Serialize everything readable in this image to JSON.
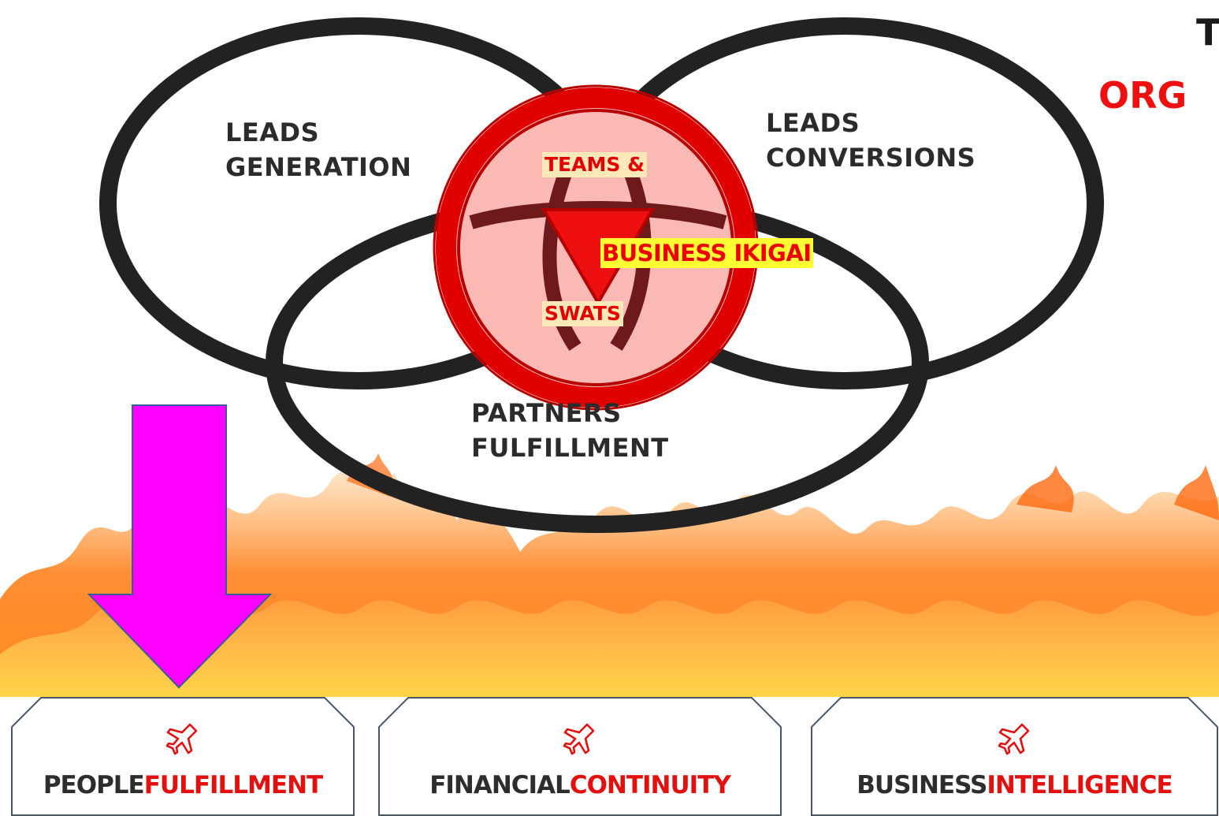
{
  "diagram": {
    "circles": {
      "leads_generation": [
        "LEADS",
        "GENERATION"
      ],
      "leads_conversions": [
        "LEADS",
        "CONVERSIONS"
      ],
      "partners_fulfillment": [
        "PARTNERS",
        "FULFILLMENT"
      ]
    },
    "center": {
      "top_tag": "TEAMS &",
      "bottom_tag": "SWATS",
      "highlight": "BUSINESS IKIGAI"
    },
    "corner_title": {
      "line1": "T",
      "line2": "ORG"
    }
  },
  "cards": [
    {
      "dark": "PEOPLE",
      "red": "FULFILLMENT",
      "icon": "airplane-icon"
    },
    {
      "dark": "FINANCIAL",
      "red": "CONTINUITY",
      "icon": "airplane-icon"
    },
    {
      "dark": "BUSINESS",
      "red": "INTELLIGENCE",
      "icon": "airplane-icon"
    }
  ],
  "colors": {
    "ring": "#222222",
    "center_ring": "#e00000",
    "center_fill": "#fbb9b6",
    "arrow": "#ff00ff",
    "accent_red": "#e31010",
    "highlight_bg": "#ffff33",
    "card_border": "#4a5568",
    "fire_outer": "#ff8a1c",
    "fire_inner": "#ffd04a"
  }
}
